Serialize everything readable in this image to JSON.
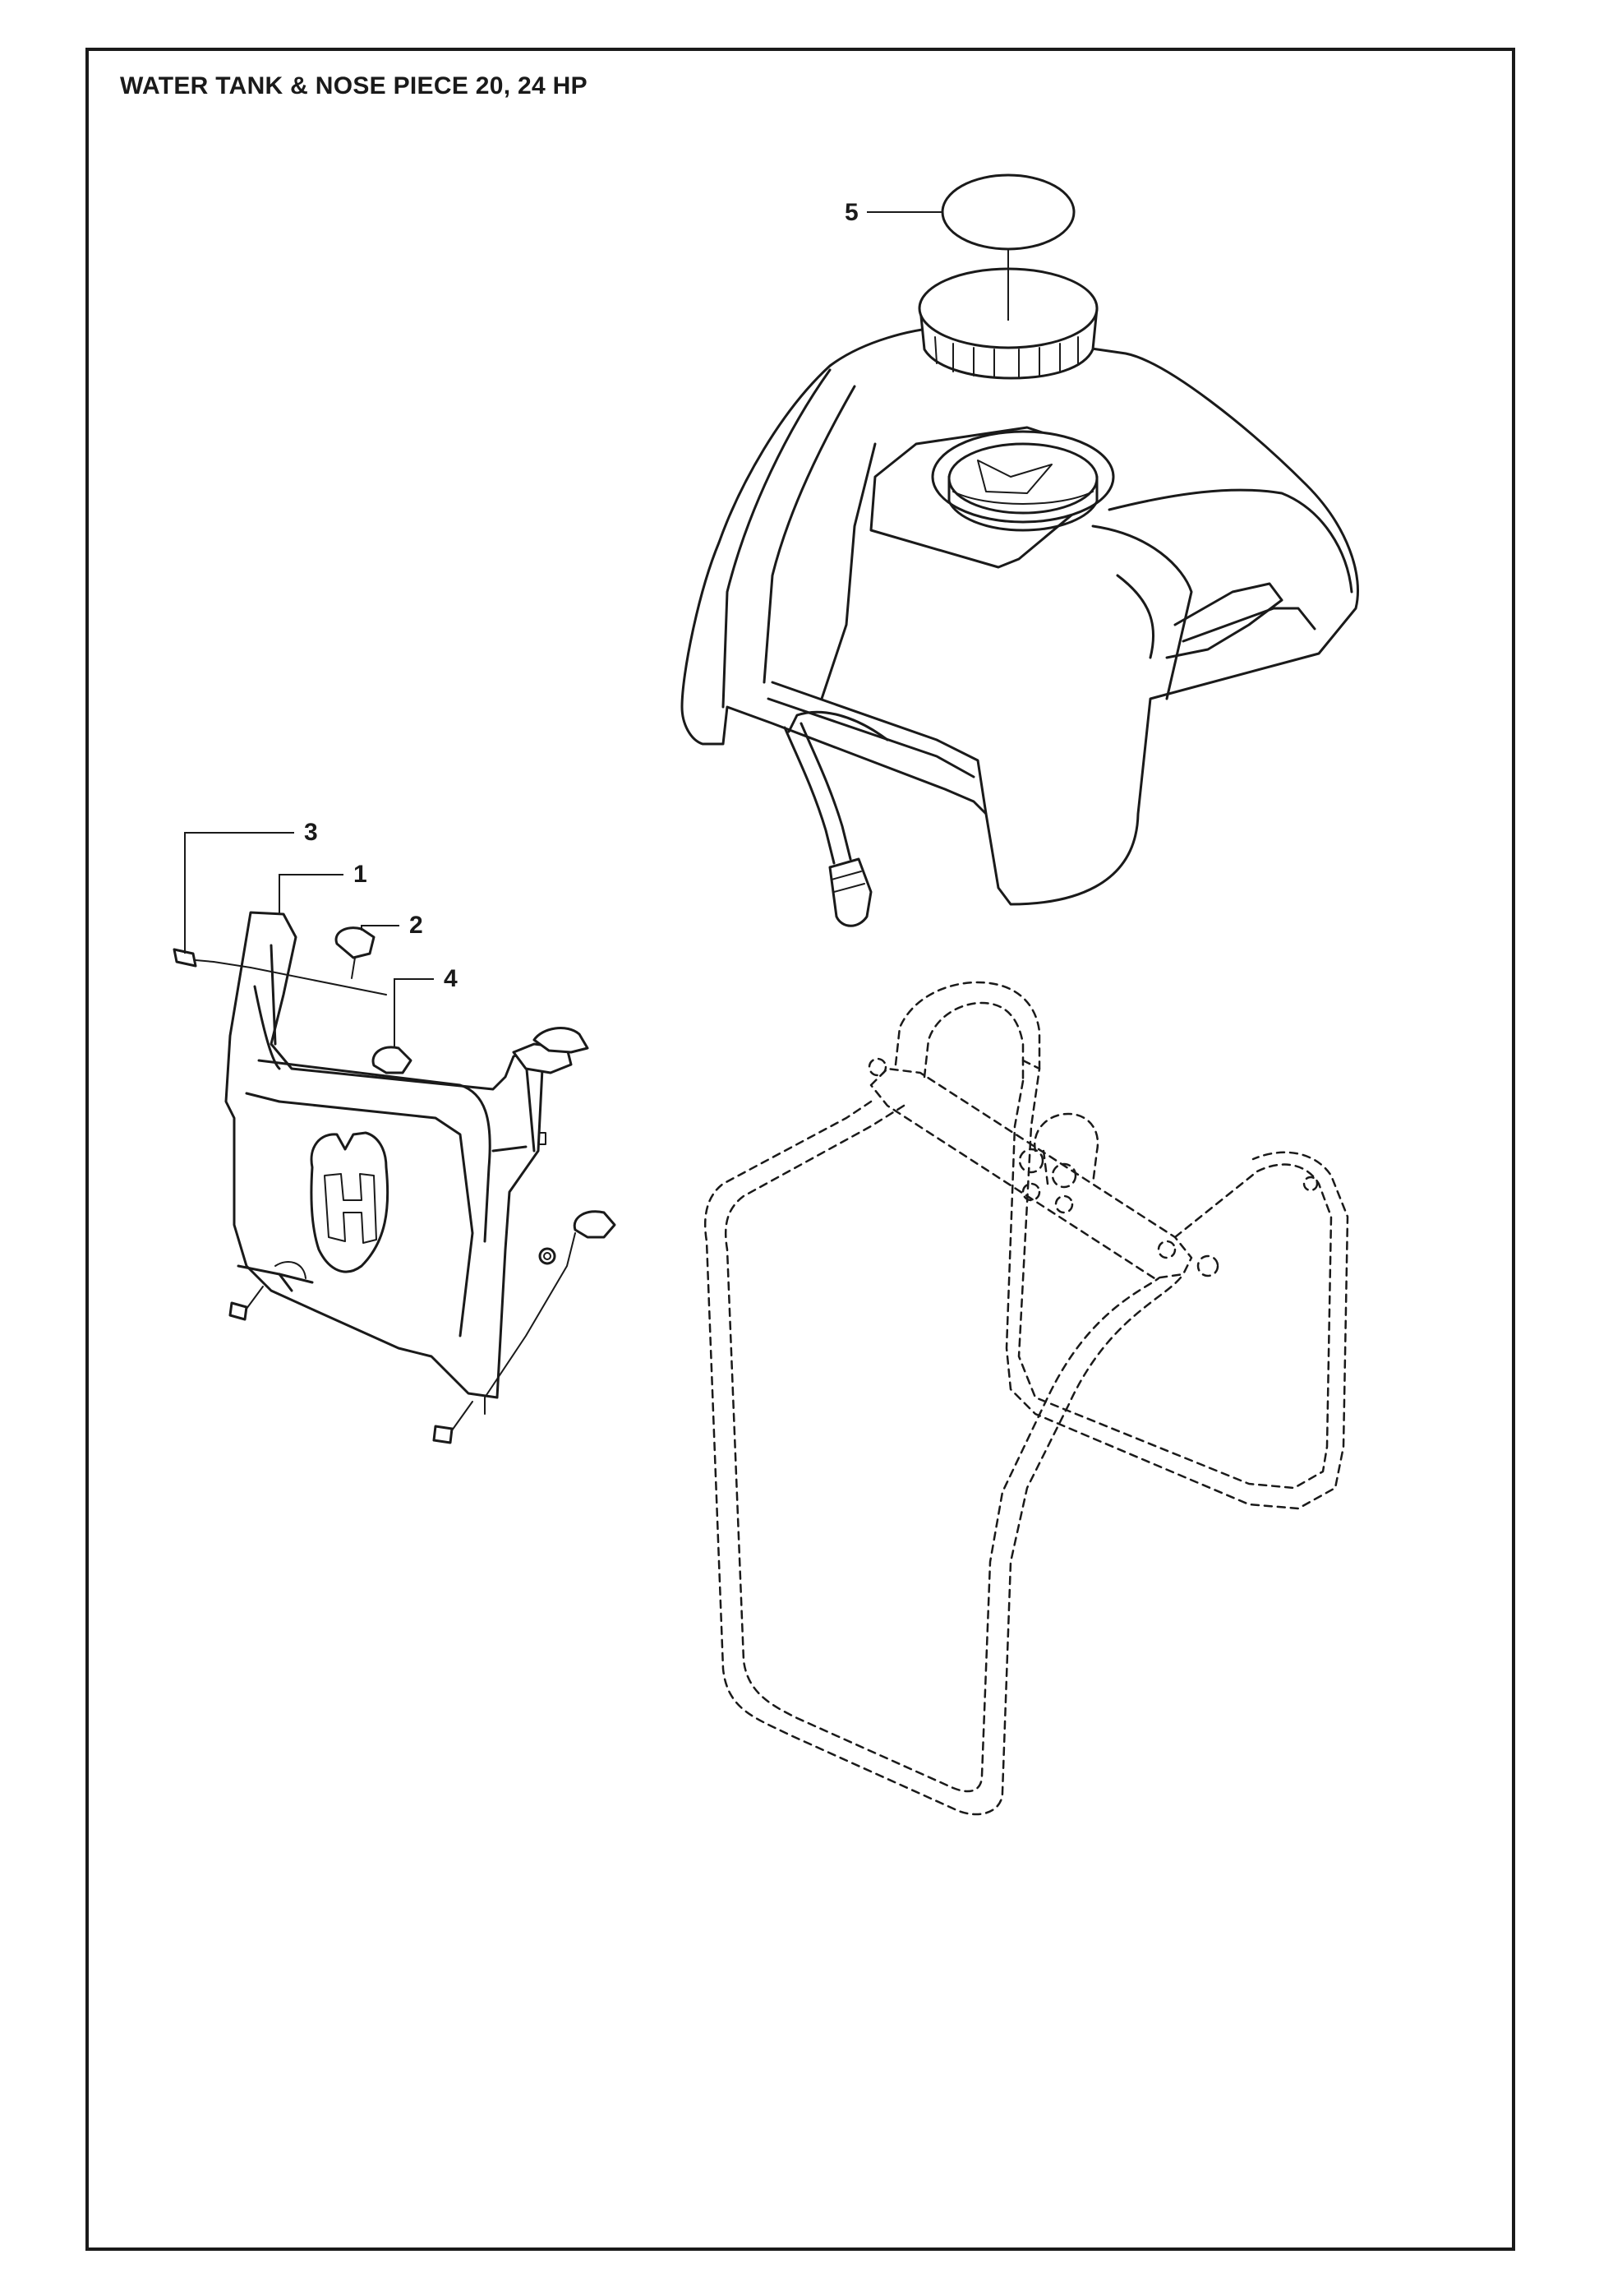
{
  "diagram": {
    "title": "WATER TANK & NOSE PIECE 20, 24 HP",
    "callouts": [
      {
        "id": "callout-1",
        "label": "1",
        "part": "nose-piece"
      },
      {
        "id": "callout-2",
        "label": "2",
        "part": "clip"
      },
      {
        "id": "callout-3",
        "label": "3",
        "part": "screw"
      },
      {
        "id": "callout-4",
        "label": "4",
        "part": "clip"
      },
      {
        "id": "callout-5",
        "label": "5",
        "part": "decal"
      }
    ]
  }
}
